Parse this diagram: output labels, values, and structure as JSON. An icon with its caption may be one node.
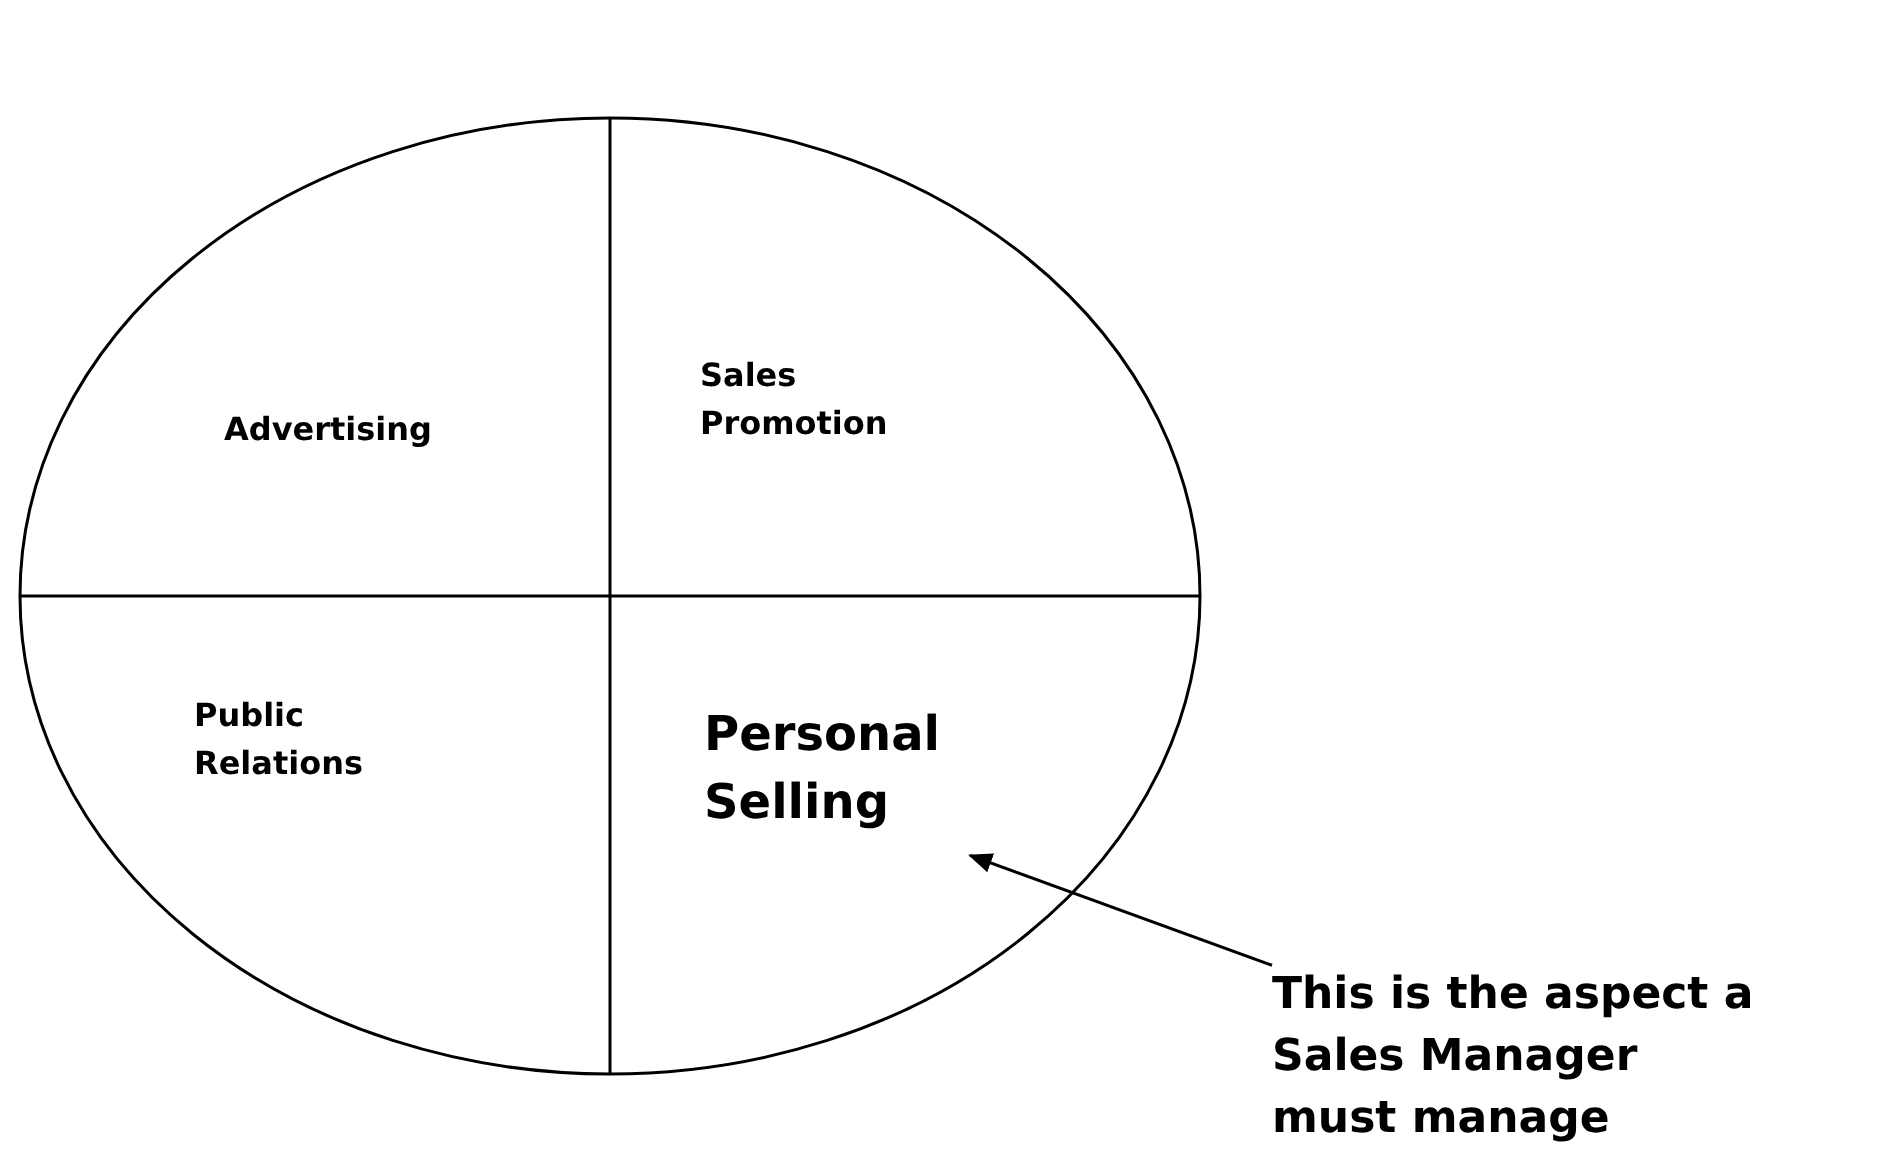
{
  "diagram": {
    "nodes": [
      {
        "text": [],
        "shape": "circle"
      },
      {
        "text": [
          "Advertising"
        ],
        "in": 0
      },
      {
        "text": [
          "Sales Promotion"
        ],
        "in": 0
      },
      {
        "text": [
          "Public Relations"
        ],
        "in": 0
      },
      {
        "text": [
          "Personal Selling"
        ],
        "in": 0
      },
      {
        "text": [
          "This is the aspect a Sales Manager must manage"
        ]
      }
    ],
    "edges": [
      {
        "from": 5,
        "to": 4,
        "arrow": "to"
      }
    ]
  }
}
